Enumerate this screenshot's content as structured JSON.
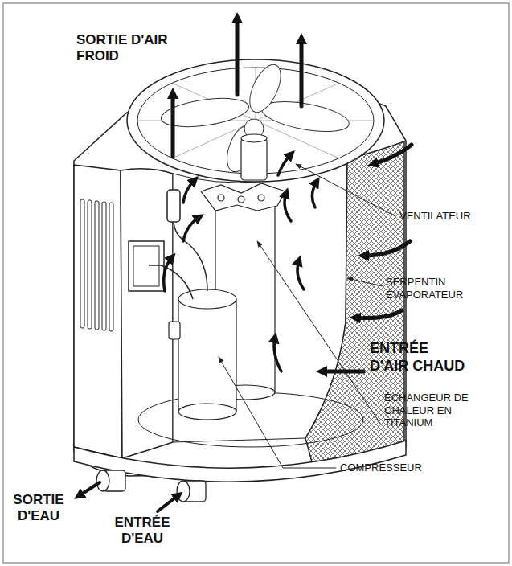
{
  "diagram": {
    "labels": [
      "SORTIE D'AIR FROID",
      "VENTILATEUR",
      "SERPENTIN ÉVAPORATEUR",
      "ENTRÉE D'AIR CHAUD",
      "ÉCHANGEUR DE CHALEUR EN TITANIUM",
      "COMPRESSEUR",
      "SORTIE D'EAU",
      "ENTRÉE D'EAU"
    ]
  }
}
